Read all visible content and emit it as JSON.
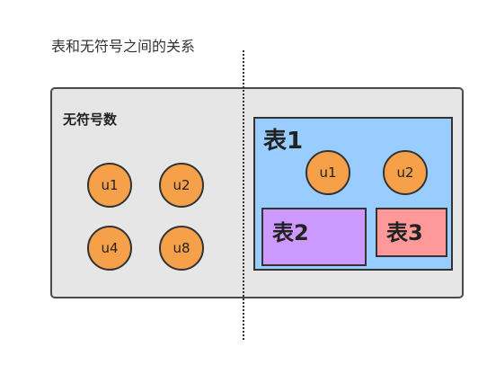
{
  "title": "表和无符号之间的关系",
  "unsigned_group": {
    "label": "无符号数",
    "items": [
      "u1",
      "u2",
      "u4",
      "u8"
    ]
  },
  "table1": {
    "label": "表1",
    "items": [
      "u1",
      "u2"
    ]
  },
  "table2": {
    "label": "表2"
  },
  "table3": {
    "label": "表3"
  },
  "colors": {
    "outer_fill": "#e6e6e6",
    "unsigned_circle": "#f6a14a",
    "table1_fill": "#99ccff",
    "table2_fill": "#cc99ff",
    "table3_fill": "#ff9999",
    "stroke": "#333333"
  }
}
